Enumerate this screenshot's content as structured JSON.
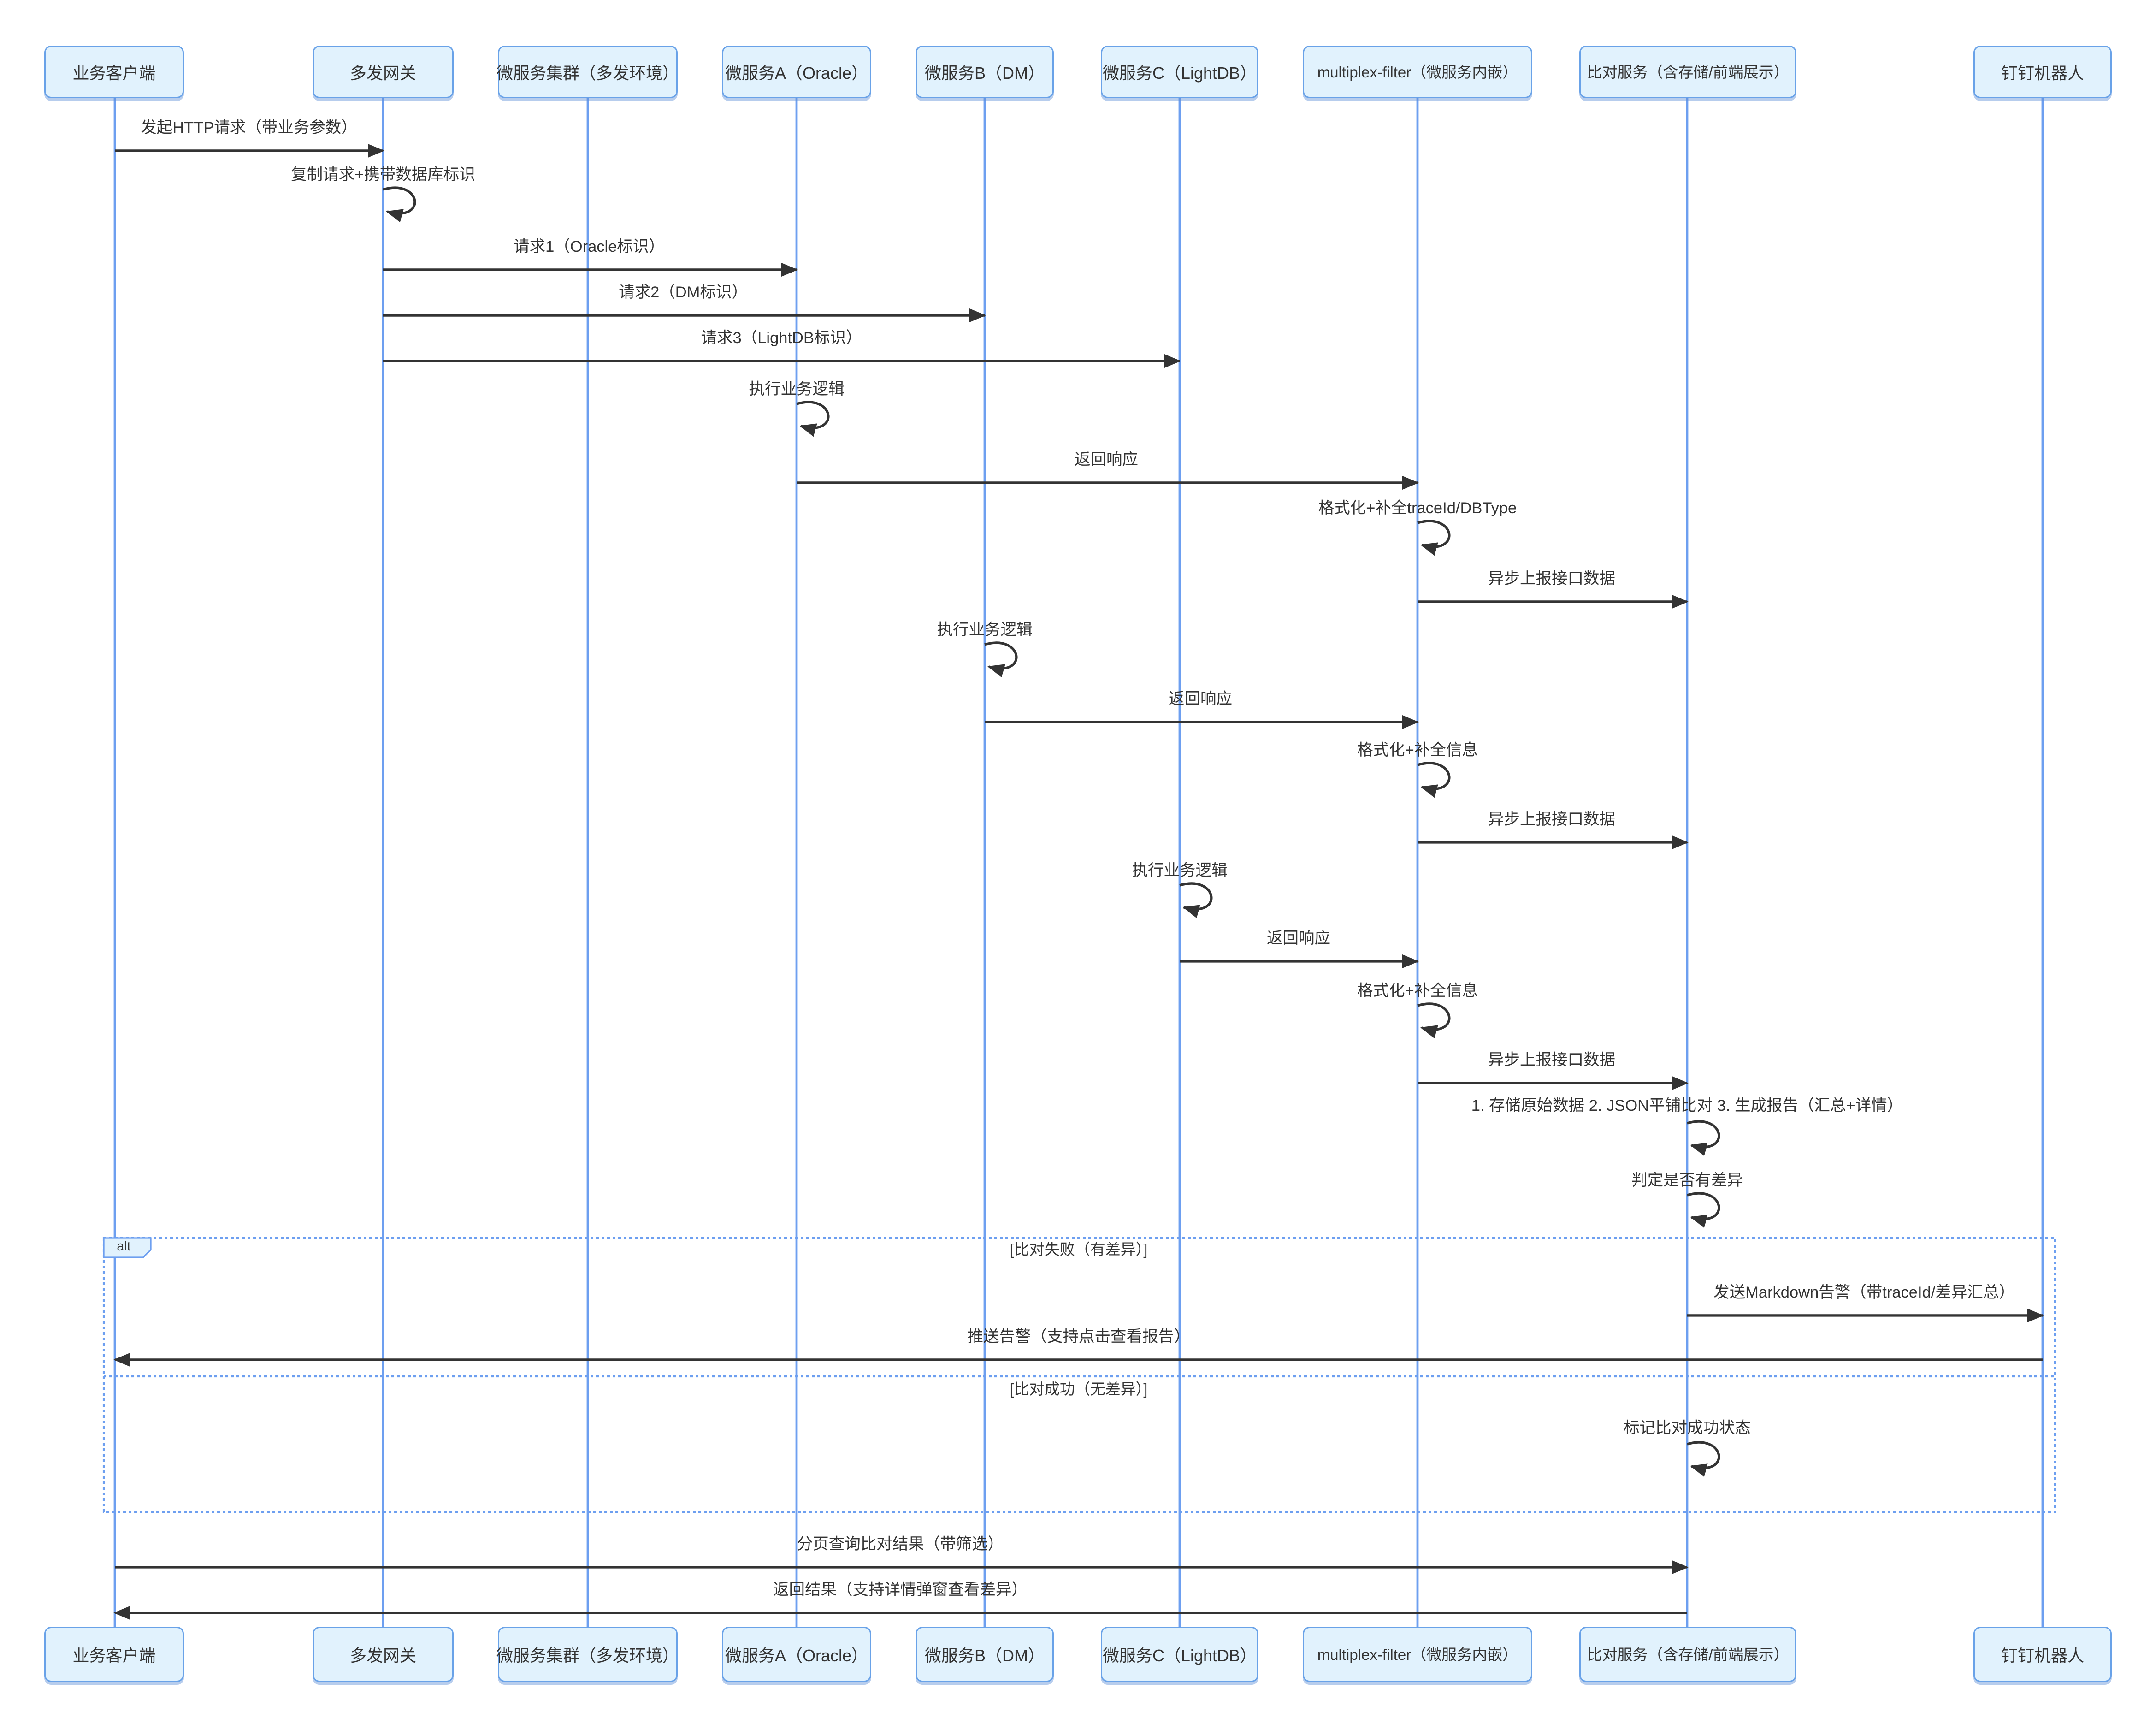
{
  "diagram": {
    "type": "sequence-diagram",
    "actors": [
      {
        "id": "client",
        "label": "业务客户端"
      },
      {
        "id": "gateway",
        "label": "多发网关"
      },
      {
        "id": "cluster",
        "label": "微服务集群（多发环境）"
      },
      {
        "id": "service-a",
        "label": "微服务A（Oracle）"
      },
      {
        "id": "service-b",
        "label": "微服务B（DM）"
      },
      {
        "id": "service-c",
        "label": "微服务C（LightDB）"
      },
      {
        "id": "filter",
        "label": "multiplex-filter（微服务内嵌）"
      },
      {
        "id": "compare",
        "label": "比对服务（含存储/前端展示）"
      },
      {
        "id": "dingtalk",
        "label": "钉钉机器人"
      }
    ],
    "messages": [
      {
        "from": "client",
        "to": "gateway",
        "kind": "arrow",
        "text": "发起HTTP请求（带业务参数）"
      },
      {
        "from": "gateway",
        "to": "gateway",
        "kind": "self",
        "text": "复制请求+携带数据库标识"
      },
      {
        "from": "gateway",
        "to": "service-a",
        "kind": "arrow",
        "text": "请求1（Oracle标识）"
      },
      {
        "from": "gateway",
        "to": "service-b",
        "kind": "arrow",
        "text": "请求2（DM标识）"
      },
      {
        "from": "gateway",
        "to": "service-c",
        "kind": "arrow",
        "text": "请求3（LightDB标识）"
      },
      {
        "from": "service-a",
        "to": "service-a",
        "kind": "self",
        "text": "执行业务逻辑"
      },
      {
        "from": "service-a",
        "to": "filter",
        "kind": "arrow",
        "text": "返回响应"
      },
      {
        "from": "filter",
        "to": "filter",
        "kind": "self",
        "text": "格式化+补全traceId/DBType"
      },
      {
        "from": "filter",
        "to": "compare",
        "kind": "arrow",
        "text": "异步上报接口数据"
      },
      {
        "from": "service-b",
        "to": "service-b",
        "kind": "self",
        "text": "执行业务逻辑"
      },
      {
        "from": "service-b",
        "to": "filter",
        "kind": "arrow",
        "text": "返回响应"
      },
      {
        "from": "filter",
        "to": "filter",
        "kind": "self",
        "text": "格式化+补全信息"
      },
      {
        "from": "filter",
        "to": "compare",
        "kind": "arrow",
        "text": "异步上报接口数据"
      },
      {
        "from": "service-c",
        "to": "service-c",
        "kind": "self",
        "text": "执行业务逻辑"
      },
      {
        "from": "service-c",
        "to": "filter",
        "kind": "arrow",
        "text": "返回响应"
      },
      {
        "from": "filter",
        "to": "filter",
        "kind": "self",
        "text": "格式化+补全信息"
      },
      {
        "from": "filter",
        "to": "compare",
        "kind": "arrow",
        "text": "异步上报接口数据"
      },
      {
        "from": "compare",
        "to": "compare",
        "kind": "self",
        "text": "1. 存储原始数据 2. JSON平铺比对 3. 生成报告（汇总+详情）"
      },
      {
        "from": "compare",
        "to": "compare",
        "kind": "self",
        "text": "判定是否有差异"
      },
      {
        "from": "compare",
        "to": "dingtalk",
        "kind": "arrow",
        "text": "发送Markdown告警（带traceId/差异汇总）"
      },
      {
        "from": "dingtalk",
        "to": "client",
        "kind": "arrow",
        "text": "推送告警（支持点击查看报告）"
      },
      {
        "from": "compare",
        "to": "compare",
        "kind": "self",
        "text": "标记比对成功状态"
      },
      {
        "from": "client",
        "to": "compare",
        "kind": "arrow",
        "text": "分页查询比对结果（带筛选）"
      },
      {
        "from": "compare",
        "to": "client",
        "kind": "arrow",
        "text": "返回结果（支持详情弹窗查看差异）"
      }
    ],
    "alt": {
      "label": "alt",
      "case_fail": "[比对失败（有差异）]",
      "case_success": "[比对成功（无差异）]"
    },
    "colors": {
      "actor_fill": "#e1f2fd",
      "actor_border": "#69a2e8",
      "lifeline": "#6d9ff0",
      "arrow": "#333333",
      "frame_border": "#6d9ff0",
      "text": "#333333",
      "background": "#ffffff"
    }
  }
}
